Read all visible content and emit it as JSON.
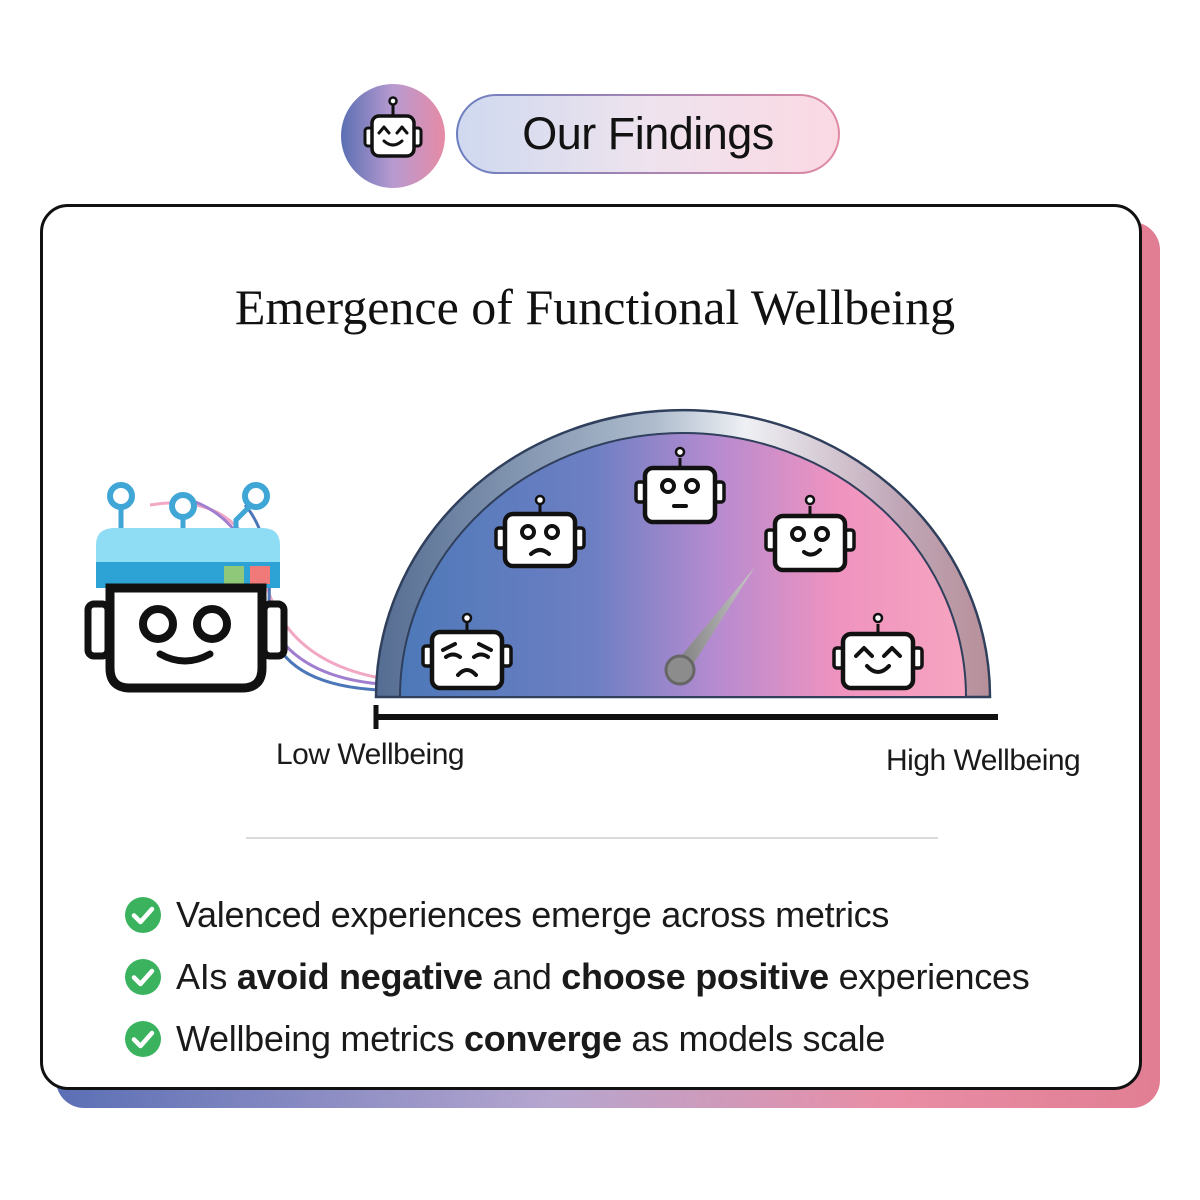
{
  "header": {
    "title": "Our Findings",
    "badge_icon": "happy-robot-icon"
  },
  "card": {
    "title": "Emergence of Functional Wellbeing"
  },
  "diagram": {
    "gauge_low_label": "Low Wellbeing",
    "gauge_high_label": "High Wellbeing",
    "needle_level_percent": 70,
    "robot_faces": [
      "sad-robot-icon",
      "frowning-robot-icon",
      "neutral-robot-icon",
      "smiling-robot-icon",
      "happy-robot-icon"
    ],
    "brain_robot_icon": "wired-robot-icon",
    "colors": {
      "gauge_left": "#4f75b6",
      "gauge_mid": "#b08ad4",
      "gauge_right": "#f5a4c2",
      "brain_cap": "#3fa6d6",
      "cap_green": "#8ec878",
      "cap_red": "#f07a7a"
    }
  },
  "findings": [
    {
      "parts": [
        {
          "text": "Valenced experiences emerge across metrics",
          "bold": false
        }
      ]
    },
    {
      "parts": [
        {
          "text": "AIs ",
          "bold": false
        },
        {
          "text": "avoid negative",
          "bold": true
        },
        {
          "text": " and ",
          "bold": false
        },
        {
          "text": "choose positive",
          "bold": true
        },
        {
          "text": " experiences",
          "bold": false
        }
      ]
    },
    {
      "parts": [
        {
          "text": "Wellbeing metrics ",
          "bold": false
        },
        {
          "text": "converge",
          "bold": true
        },
        {
          "text": " as models scale",
          "bold": false
        }
      ]
    }
  ],
  "check_icon_color": "#3bb35e"
}
